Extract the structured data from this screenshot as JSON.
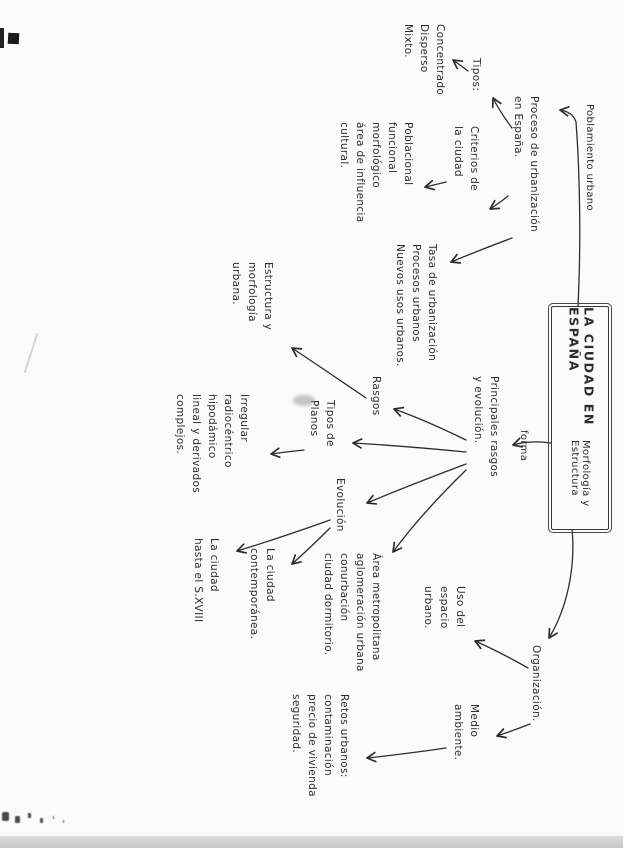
{
  "colors": {
    "ink": "#2f2d2a",
    "paper": "#fbfbf9"
  },
  "title": {
    "line1": "LA CIUDAD EN ESPAÑA",
    "line2": "Morfología y Estructura"
  },
  "nodes": {
    "poblamiento_urbano": {
      "text": "Poblamiento urbano"
    },
    "proceso_urbanizacion": {
      "text": "Proceso de urbanización\nen España."
    },
    "tipos": {
      "text": "Tipos:"
    },
    "tipos_poblamiento": {
      "text": "Concentrado\nDisperso\nMixto."
    },
    "criterios_ciudad": {
      "text": "Criterios de\nla ciudad"
    },
    "criterios_lista": {
      "text": "Poblacional\nfuncional\nmorfológico\nárea de influencia\ncultural."
    },
    "tasa_procesos": {
      "text": "Tasa de urbanización\nProcesos urbanos\nNuevos usos urbanos."
    },
    "rasgos": {
      "text": "Rasgos"
    },
    "estructura_morfologia": {
      "text": "Estructura y\nmorfología\nurbana."
    },
    "tipos_planos": {
      "text": "Tipos de\nPlanos"
    },
    "planos_lista": {
      "text": "Irregular\nradiocéntrico\nhipodámico\nlineal y derivados\ncomplejos."
    },
    "principales_rasgos": {
      "text": "Principales rasgos\ny evolución."
    },
    "forma": {
      "text": "forma"
    },
    "evolucion": {
      "text": "Evolución"
    },
    "ciudad_contemporanea": {
      "text": "La ciudad\ncontemporánea."
    },
    "ciudad_preindustrial": {
      "text": "La ciudad\nhasta el S.XVIII"
    },
    "area_metropolitana": {
      "text": "Área metropolitana\naglomeración urbana\nconurbación\nciudad dormitorio."
    },
    "uso_espacio": {
      "text": "Uso del\nespacio\nurbano."
    },
    "organizacion": {
      "text": "Organización."
    },
    "medio_ambiente": {
      "text": "Medio\nambiente."
    },
    "retos_urbanos": {
      "text": "Retos urbanos:\ncontaminación\nprecio de vivienda\nseguridad."
    }
  },
  "edges": [
    {
      "from": "title",
      "to": "proceso_urbanizacion",
      "via": "poblamiento_urbano"
    },
    {
      "from": "proceso_urbanizacion",
      "to": "tipos"
    },
    {
      "from": "tipos",
      "to": "tipos_poblamiento"
    },
    {
      "from": "proceso_urbanizacion",
      "to": "criterios_ciudad"
    },
    {
      "from": "criterios_ciudad",
      "to": "criterios_lista"
    },
    {
      "from": "proceso_urbanizacion",
      "to": "tasa_procesos"
    },
    {
      "from": "title",
      "to": "principales_rasgos",
      "via": "forma"
    },
    {
      "from": "principales_rasgos",
      "to": "rasgos"
    },
    {
      "from": "principales_rasgos",
      "to": "tipos_planos"
    },
    {
      "from": "principales_rasgos",
      "to": "evolucion"
    },
    {
      "from": "principales_rasgos",
      "to": "area_metropolitana"
    },
    {
      "from": "rasgos",
      "to": "estructura_morfologia"
    },
    {
      "from": "tipos_planos",
      "to": "planos_lista"
    },
    {
      "from": "evolucion",
      "to": "ciudad_contemporanea"
    },
    {
      "from": "evolucion",
      "to": "ciudad_preindustrial"
    },
    {
      "from": "title",
      "to": "organizacion"
    },
    {
      "from": "organizacion",
      "to": "uso_espacio"
    },
    {
      "from": "organizacion",
      "to": "medio_ambiente"
    },
    {
      "from": "medio_ambiente",
      "to": "retos_urbanos"
    }
  ]
}
